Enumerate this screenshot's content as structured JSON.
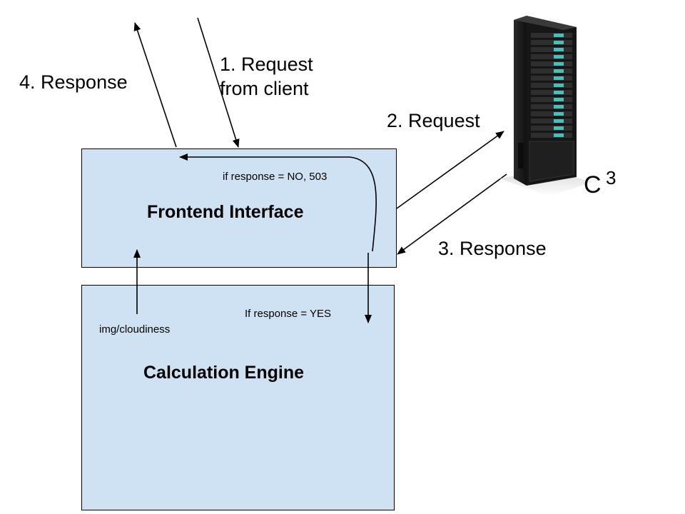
{
  "frontend": {
    "title": "Frontend Interface"
  },
  "engine": {
    "title": "Calculation Engine"
  },
  "server": {
    "name": "C",
    "superscript": "3",
    "icon": "server-rack-icon"
  },
  "edges": {
    "request_from_client": "1. Request\nfrom client",
    "request_to_server": "2. Request",
    "response_from_server": "3. Response",
    "response_to_client": "4. Response",
    "no_branch": "if response = NO, 503",
    "yes_branch": "If response = YES",
    "engine_to_frontend": "img/cloudiness"
  },
  "colors": {
    "box_fill": "#cfe2f3",
    "line": "#000000"
  }
}
